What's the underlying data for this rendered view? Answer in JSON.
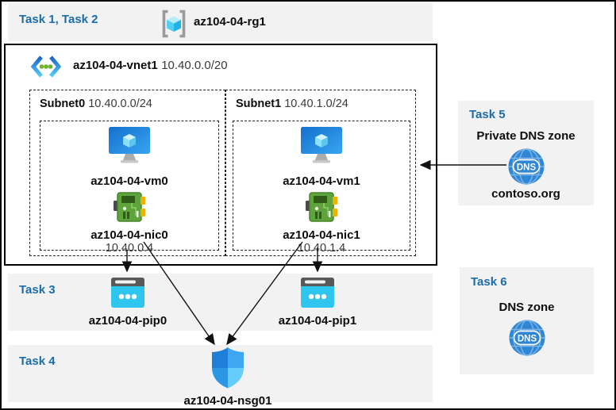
{
  "colors": {
    "band_background": "#f2f2f2",
    "task_label_blue": "#1b6ca8",
    "diagram_border": "#000000",
    "arrow_color": "#111111"
  },
  "header": {
    "task_label": "Task 1, Task 2",
    "resource_group": "az104-04-rg1",
    "icon": "resource-group-icon"
  },
  "vnet": {
    "name": "az104-04-vnet1",
    "cidr": "10.40.0.0/20",
    "icon": "virtual-network-icon"
  },
  "subnets": [
    {
      "name": "Subnet0",
      "cidr": "10.40.0.0/24",
      "vm": "az104-04-vm0",
      "vm_icon": "virtual-machine-icon",
      "nic": "az104-04-nic0",
      "nic_icon": "network-interface-icon",
      "ip": "10.40.0.4"
    },
    {
      "name": "Subnet1",
      "cidr": "10.40.1.0/24",
      "vm": "az104-04-vm1",
      "vm_icon": "virtual-machine-icon",
      "nic": "az104-04-nic1",
      "nic_icon": "network-interface-icon",
      "ip": "10.40.1.4"
    }
  ],
  "task3": {
    "label": "Task 3",
    "pips": [
      "az104-04-pip0",
      "az104-04-pip1"
    ],
    "icon": "public-ip-icon"
  },
  "task4": {
    "label": "Task 4",
    "nsg": "az104-04-nsg01",
    "icon": "nsg-shield-icon"
  },
  "task5": {
    "label": "Task 5",
    "title": "Private DNS zone",
    "zone": "contoso.org",
    "icon": "dns-globe-icon",
    "icon_text": "DNS"
  },
  "task6": {
    "label": "Task 6",
    "title": "DNS zone",
    "icon": "dns-globe-icon",
    "icon_text": "DNS"
  },
  "connections": [
    "az104-04-nic0 -> az104-04-pip0",
    "az104-04-nic1 -> az104-04-pip1",
    "az104-04-nic0 -> az104-04-nsg01",
    "az104-04-nic1 -> az104-04-nsg01",
    "contoso.org private DNS zone -> az104-04-vnet1"
  ]
}
